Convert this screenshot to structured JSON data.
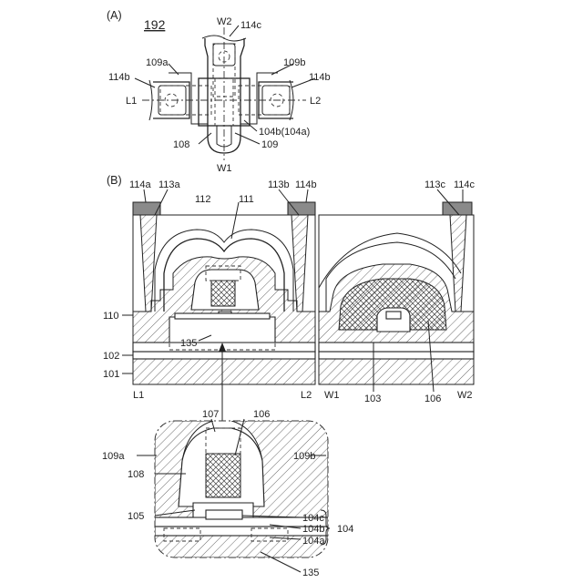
{
  "panelA": {
    "letter": "(A)",
    "number": "192",
    "labels": {
      "w2": "W2",
      "p114c": "114c",
      "p109a": "109a",
      "p109b": "109b",
      "p114b_left": "114b",
      "p114b_right": "114b",
      "l1": "L1",
      "l2": "L2",
      "p104b": "104b(104a)",
      "p108": "108",
      "p109": "109",
      "w1": "W1"
    }
  },
  "panelB": {
    "letter": "(B)",
    "labels": {
      "p114a": "114a",
      "p113a": "113a",
      "p112": "112",
      "p111": "111",
      "p113b": "113b",
      "p114b": "114b",
      "p113c": "113c",
      "p114c": "114c",
      "p110": "110",
      "p135": "135",
      "p102": "102",
      "p101": "101",
      "l1": "L1",
      "l2": "L2",
      "w1": "W1",
      "p103": "103",
      "p106": "106",
      "w2": "W2"
    }
  },
  "detail": {
    "labels": {
      "p107": "107",
      "p106": "106",
      "p109a": "109a",
      "p109b": "109b",
      "p108": "108",
      "p105": "105",
      "p104c": "104c",
      "p104b": "104b",
      "p104a": "104a",
      "p104": "104",
      "p135": "135"
    }
  }
}
